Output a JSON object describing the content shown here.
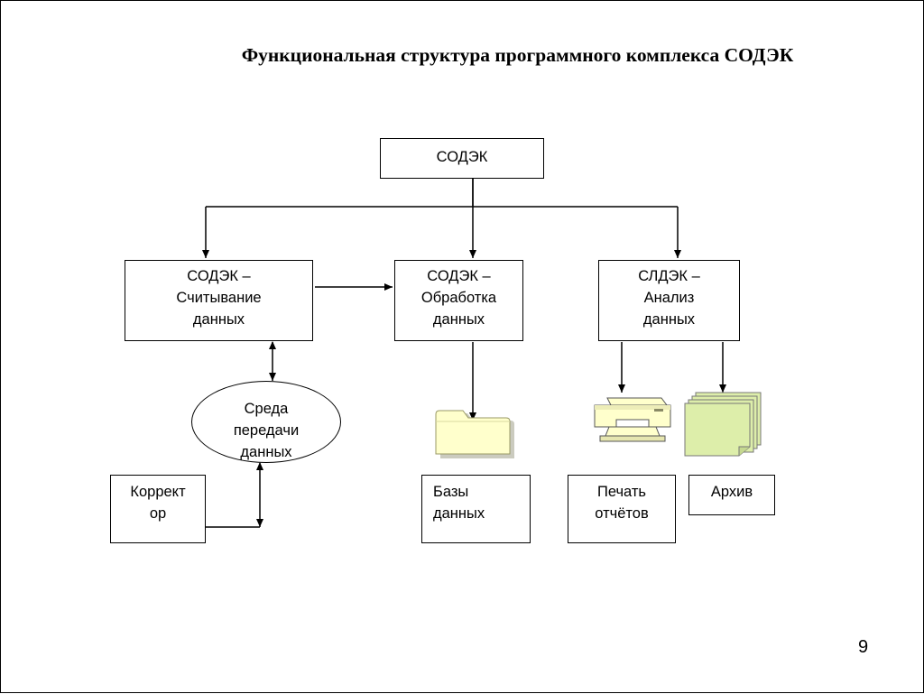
{
  "slide": {
    "title": "Функциональная структура программного комплекса СОДЭК",
    "page_number": "9"
  },
  "nodes": {
    "root": "СОДЭК",
    "read": "СОДЭК –\nСчитывание\nданных",
    "process": "СОДЭК –\nОбработка\nданных",
    "analysis": "СЛДЭК –\nАнализ\nданных",
    "medium": "Среда\nпередачи\nданных",
    "corrector": "Коррект\nор",
    "databases": "Базы\nданных",
    "print": "Печать\nотчётов",
    "archive": "Архив"
  },
  "icons": {
    "folder": "folder-icon",
    "printer": "printer-icon",
    "archive": "archive-stack-icon"
  },
  "colors": {
    "icon_fill": "#ffffcc",
    "archive_fill": "#ddeeaa"
  }
}
